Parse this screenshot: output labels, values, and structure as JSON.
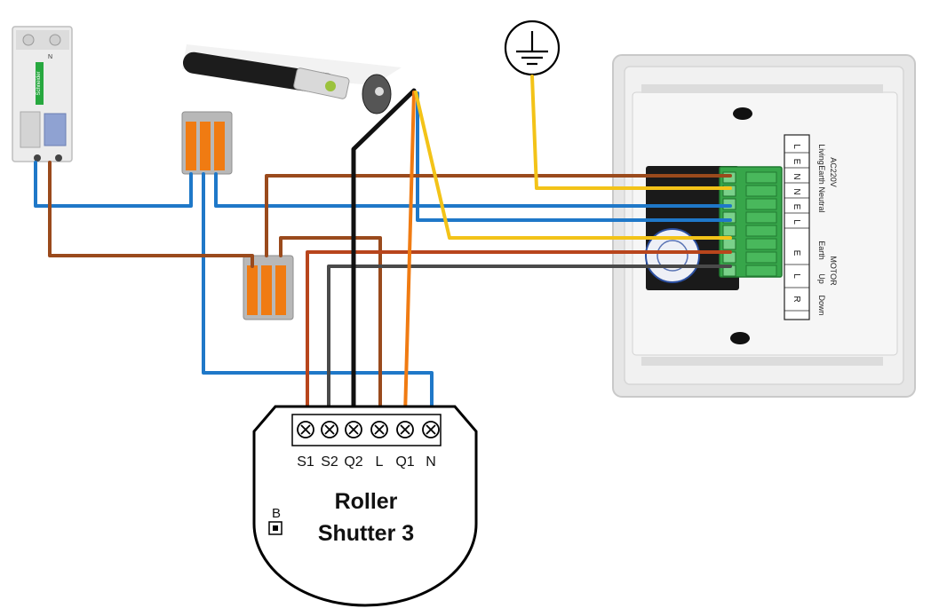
{
  "module": {
    "name_line1": "Roller",
    "name_line2": "Shutter 3",
    "button_label": "B",
    "terminals": [
      "S1",
      "S2",
      "Q2",
      "L",
      "Q1",
      "N"
    ]
  },
  "breaker": {
    "brand": "Schneider",
    "top_mark": "N"
  },
  "panel": {
    "header": [
      "Living",
      "Neutral",
      "Earth",
      "AC220V"
    ],
    "letters_top": [
      "L",
      "E",
      "N",
      "N",
      "E",
      "L"
    ],
    "motor": [
      "MOTOR",
      "Earth",
      "Up",
      "Down"
    ],
    "letters_bottom": [
      "E",
      "L",
      "R"
    ]
  },
  "colors": {
    "neutral_blue": "#1f78c8",
    "live_brown": "#9a4a1c",
    "motor_orange": "#f07b12",
    "earth_yellow": "#f3c318",
    "black": "#111111",
    "grey": "#4a4a4a"
  }
}
